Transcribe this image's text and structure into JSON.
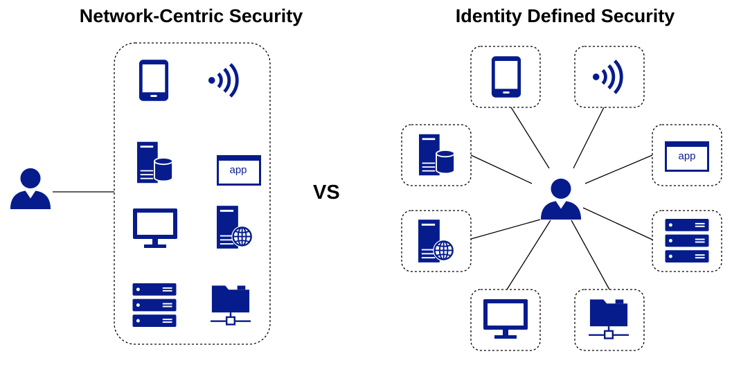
{
  "titles": {
    "left": "Network-Centric Security",
    "right": "Identity Defined Security"
  },
  "vs_label": "VS",
  "app_label": "app",
  "colors": {
    "icon": "#061c8c",
    "line": "#000000",
    "box_border": "#000000"
  },
  "icons": {
    "user": "user-icon",
    "phone": "mobile-phone-icon",
    "wireless": "wireless-signal-icon",
    "db_server": "database-server-icon",
    "app": "app-window-icon",
    "monitor": "desktop-monitor-icon",
    "web_server": "web-server-icon",
    "rack": "server-rack-icon",
    "network_folder": "network-folder-icon"
  }
}
